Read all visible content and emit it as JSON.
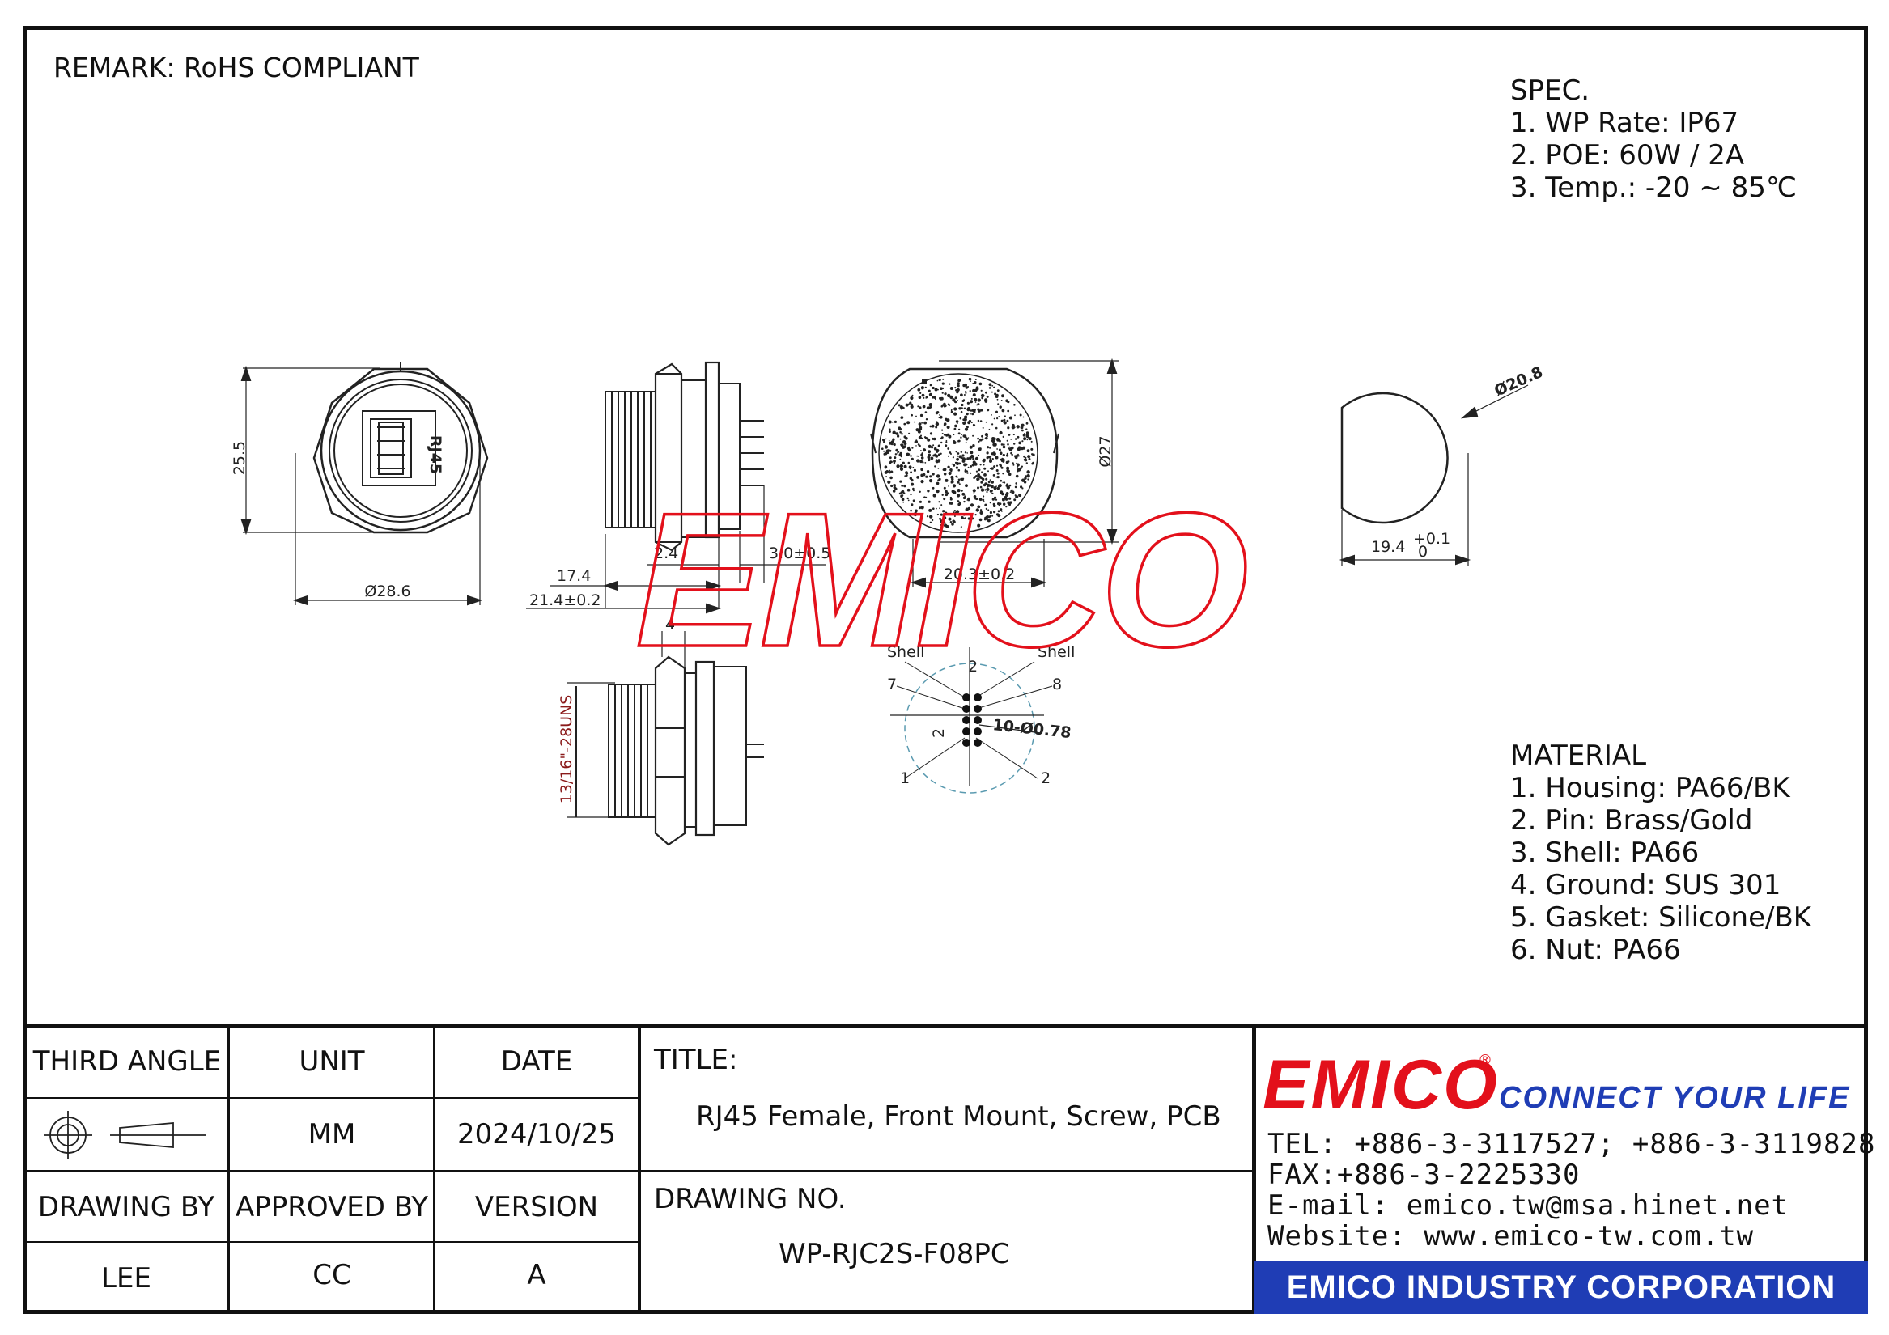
{
  "remark": "REMARK: RoHS COMPLIANT",
  "spec": {
    "title": "SPEC.",
    "items": [
      "1. WP Rate: IP67",
      "2. POE: 60W / 2A",
      "3. Temp.: -20 ~ 85℃"
    ]
  },
  "material": {
    "title": "MATERIAL",
    "items": [
      "1. Housing: PA66/BK",
      "2. Pin: Brass/Gold",
      "3. Shell: PA66",
      "4. Ground: SUS 301",
      "5. Gasket: Silicone/BK",
      "6. Nut: PA66"
    ]
  },
  "watermark": "EMICO",
  "dimensions": {
    "front_height": "25.5",
    "front_diameter": "Ø28.6",
    "jack_label": "RJ45",
    "side_len_a": "17.4",
    "side_len_b": "21.4±0.2",
    "side_len_c": "2.4",
    "side_len_d": "3.0±0.5",
    "rear_height": "Ø27",
    "rear_width": "20.3±0.2",
    "cutout_diameter": "Ø20.8",
    "cutout_width": "19.4",
    "cutout_tol_plus": "+0.1",
    "cutout_tol_minus": "0",
    "thread": "13/16\"-28UNS",
    "nut_thk": "4",
    "pin_shell_left": "Shell",
    "pin_shell_right": "Shell",
    "pin_2_top": "2",
    "pin_7": "7",
    "pin_8": "8",
    "pin_holes": "10-Ø0.78",
    "pin_2_side": "2",
    "pin_1": "1",
    "pin_2_bottom": "2"
  },
  "title_block": {
    "third_angle": "THIRD ANGLE",
    "unit_label": "UNIT",
    "date_label": "DATE",
    "unit_value": "MM",
    "date_value": "2024/10/25",
    "drawing_by_label": "DRAWING BY",
    "approved_by_label": "APPROVED BY",
    "version_label": "VERSION",
    "drawing_by_value": "LEE",
    "approved_by_value": "CC",
    "version_value": "A",
    "title_label": "TITLE:",
    "title_value": "RJ45 Female, Front Mount, Screw, PCB",
    "drawing_no_label": "DRAWING NO.",
    "drawing_no_value": "WP-RJC2S-F08PC"
  },
  "company": {
    "logo": "EMICO",
    "registered": "®",
    "tagline": "CONNECT YOUR LIFE",
    "tel": "TEL: +886-3-3117527; +886-3-3119828",
    "fax": "FAX:+886-3-2225330",
    "email": "E-mail: emico.tw@msa.hinet.net",
    "website": "Website: www.emico-tw.com.tw",
    "corp_name": "EMICO INDUSTRY CORPORATION"
  },
  "colors": {
    "brand_red": "#e3101b",
    "brand_blue": "#1f3db5",
    "ink": "#111111"
  }
}
